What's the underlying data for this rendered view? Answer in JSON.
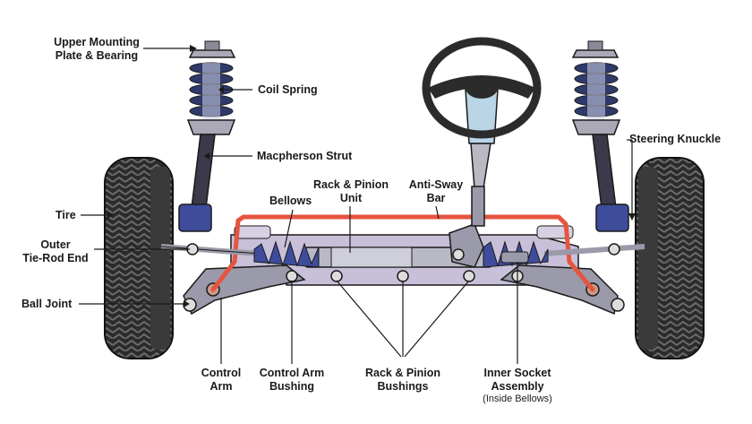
{
  "labels": {
    "upper_mounting_line1": "Upper Mounting",
    "upper_mounting_line2": "Plate & Bearing",
    "coil_spring": "Coil Spring",
    "macpherson_strut": "Macpherson Strut",
    "steering_knuckle": "Steering Knuckle",
    "tire": "Tire",
    "bellows": "Bellows",
    "rack_pinion_unit_line1": "Rack & Pinion",
    "rack_pinion_unit_line2": "Unit",
    "anti_sway_line1": "Anti-Sway",
    "anti_sway_line2": "Bar",
    "outer_tie_rod_line1": "Outer",
    "outer_tie_rod_line2": "Tie-Rod End",
    "ball_joint": "Ball Joint",
    "control_arm_line1": "Control",
    "control_arm_line2": "Arm",
    "control_arm_bushing_line1": "Control Arm",
    "control_arm_bushing_line2": "Bushing",
    "rack_pinion_bushings_line1": "Rack & Pinion",
    "rack_pinion_bushings_line2": "Bushings",
    "inner_socket_line1": "Inner Socket",
    "inner_socket_line2": "Assembly",
    "inner_socket_note": "(Inside Bellows)"
  },
  "colors": {
    "tire": "#2b2b2b",
    "tread": "#595959",
    "metal": "#a9a9b8",
    "frame": "#c8bfd8",
    "bellows": "#3f4c9c",
    "spring": "#2f3a6b",
    "sway_bar": "#e5553f",
    "outline": "#1a1a1a"
  }
}
